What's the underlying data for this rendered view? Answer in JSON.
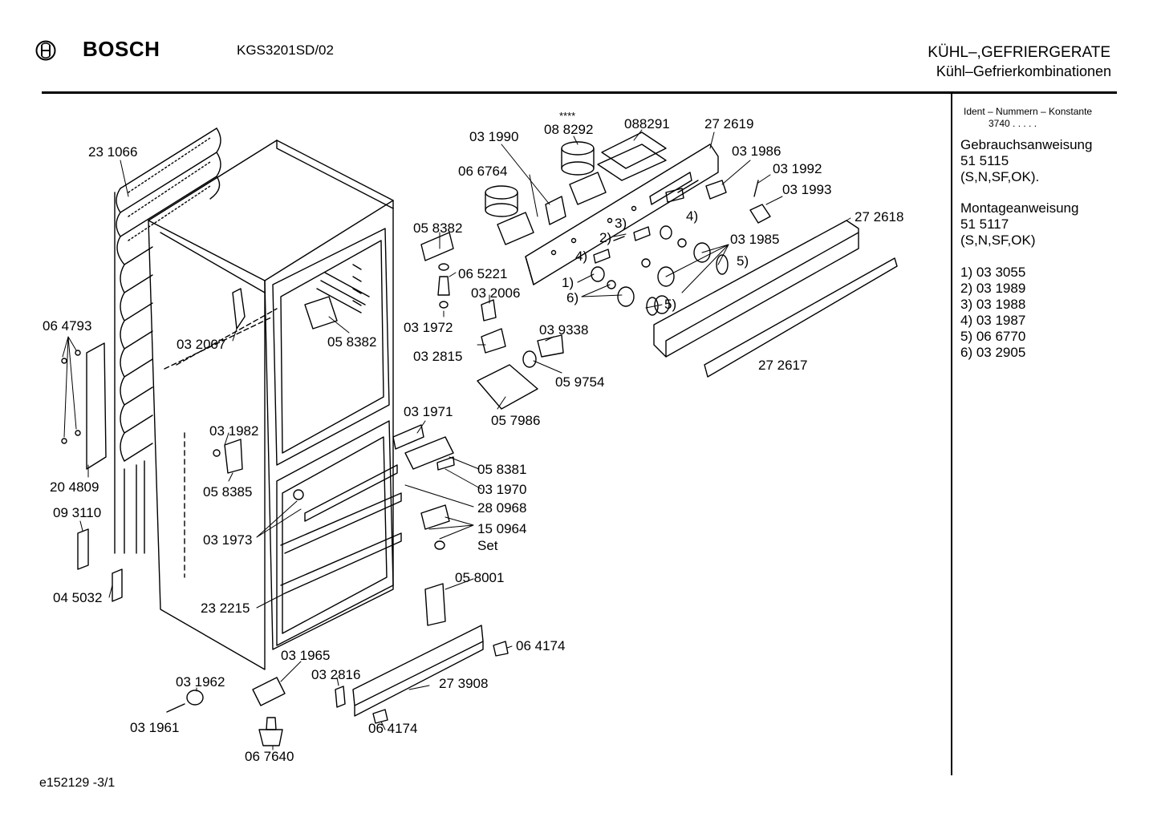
{
  "header": {
    "brand": "BOSCH",
    "model": "KGS3201SD/02",
    "category": "KÜHL–,GEFRIERGERATE",
    "subcategory": "Kühl–Gefrierkombinationen"
  },
  "sidebar": {
    "ident_title": "Ident – Nummern – Konstante",
    "ident_value": "3740  .  .  .  .  .",
    "gebrauch_title": "Gebrauchsanweisung",
    "gebrauch_number": "51 5115",
    "gebrauch_variants": "(S,N,SF,OK).",
    "montage_title": "Montageanweisung",
    "montage_number": "51 5117",
    "montage_variants": "(S,N,SF,OK)",
    "footnotes": [
      "1)  03 3055",
      "2)  03 1989",
      "3)  03 1988",
      "4)  03 1987",
      "5)  06 6770",
      "6)  03 2905"
    ]
  },
  "footer": "e152129   -3/1",
  "part_labels": [
    "23 1066",
    "03 1990",
    "****",
    "08 8292",
    "088291",
    "27 2619",
    "03 1986",
    "03 1992",
    "06 6764",
    "03 1993",
    "27 2618",
    "05 8382",
    "06 5221",
    "03 2006",
    "03 1985",
    "03 1972",
    "03 9338",
    "06 4793",
    "03 2007",
    "05 8382",
    "03 2815",
    "05 9754",
    "05 7986",
    "03 1971",
    "03 1982",
    "05 8381",
    "05 8385",
    "03 1970",
    "28 0968",
    "20 4809",
    "09 3110",
    "03 1973",
    "15 0964",
    "Set",
    "05 8001",
    "04 5032",
    "23 2215",
    "06 4174",
    "03 1965",
    "03 2816",
    "27 3908",
    "03 1962",
    "03 1961",
    "06 4174",
    "06 7640",
    "27 2617",
    "1)",
    "2)",
    "3)",
    "4)",
    "4)",
    "5)",
    "5)",
    "6)"
  ],
  "colors": {
    "ink": "#000000",
    "paper": "#ffffff"
  }
}
